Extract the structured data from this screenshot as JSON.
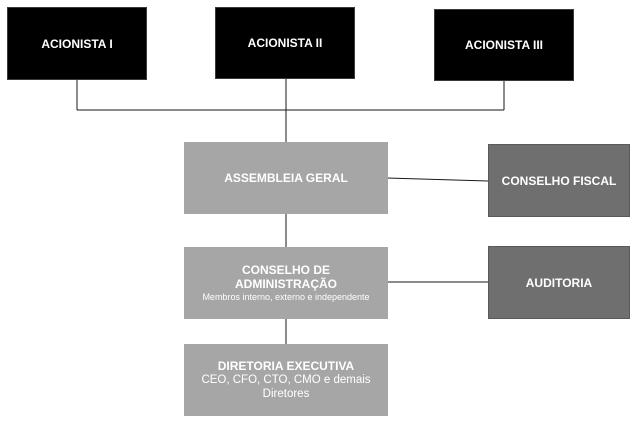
{
  "shareholders": [
    {
      "label": "ACIONISTA I"
    },
    {
      "label": "ACIONISTA II"
    },
    {
      "label": "ACIONISTA III"
    }
  ],
  "assembleia": {
    "label": "ASSEMBLEIA GERAL"
  },
  "conselho_fiscal": {
    "label": "CONSELHO FISCAL"
  },
  "conselho_adm": {
    "label_line1": "CONSELHO DE",
    "label_line2": "ADMINISTRAÇÃO",
    "subtitle": "Membros interno, externo e independente"
  },
  "auditoria": {
    "label": "AUDITORIA"
  },
  "diretoria": {
    "label": "DIRETORIA EXECUTIVA",
    "subtitle_line1": "CEO, CFO, CTO, CMO e demais",
    "subtitle_line2": "Diretores"
  },
  "colors": {
    "shareholder_box": "#000000",
    "main_box": "#a6a6a6",
    "side_box": "#6f6f6f",
    "connector": "#1a1a1a"
  }
}
